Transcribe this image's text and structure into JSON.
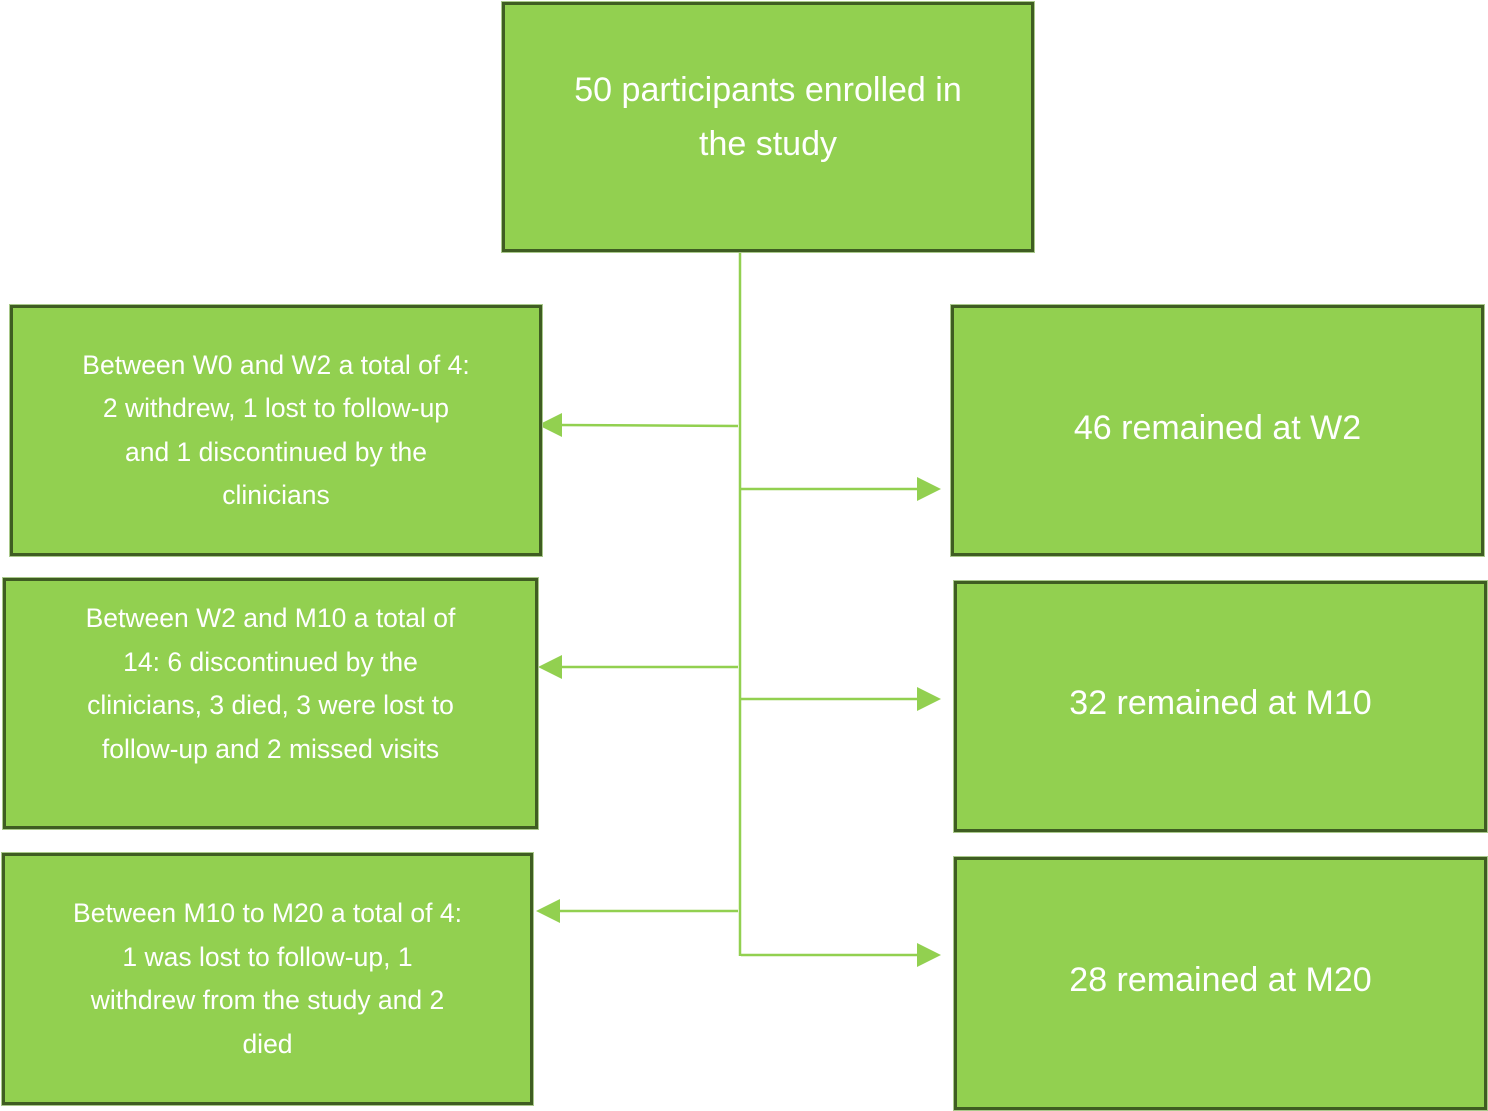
{
  "diagram": {
    "type": "flowchart",
    "title": "Participant flow",
    "colors": {
      "box_fill": "#92d050",
      "box_border": "#3f5d22",
      "text": "#ffffff",
      "connector": "#92d050"
    },
    "enrollment": {
      "text": "50 participants enrolled in\nthe study",
      "count": 50
    },
    "exclusions": [
      {
        "text": "Between W0 and W2 a total of 4:\n2 withdrew, 1 lost to follow-up\nand 1 discontinued by the\nclinicians",
        "period": "W0-W2",
        "total": 4
      },
      {
        "text": "Between W2 and M10 a total of\n14: 6 discontinued by the\nclinicians, 3 died, 3 were lost to\nfollow-up and 2 missed visits",
        "period": "W2-M10",
        "total": 14
      },
      {
        "text": "Between M10 to M20 a total of 4:\n1 was lost to follow-up, 1\nwithdrew from the study and 2\ndied",
        "period": "M10-M20",
        "total": 4
      }
    ],
    "remaining": [
      {
        "text": "46 remained at W2",
        "count": 46,
        "timepoint": "W2"
      },
      {
        "text": "32 remained at M10",
        "count": 32,
        "timepoint": "M10"
      },
      {
        "text": "28 remained at M20",
        "count": 28,
        "timepoint": "M20"
      }
    ]
  }
}
